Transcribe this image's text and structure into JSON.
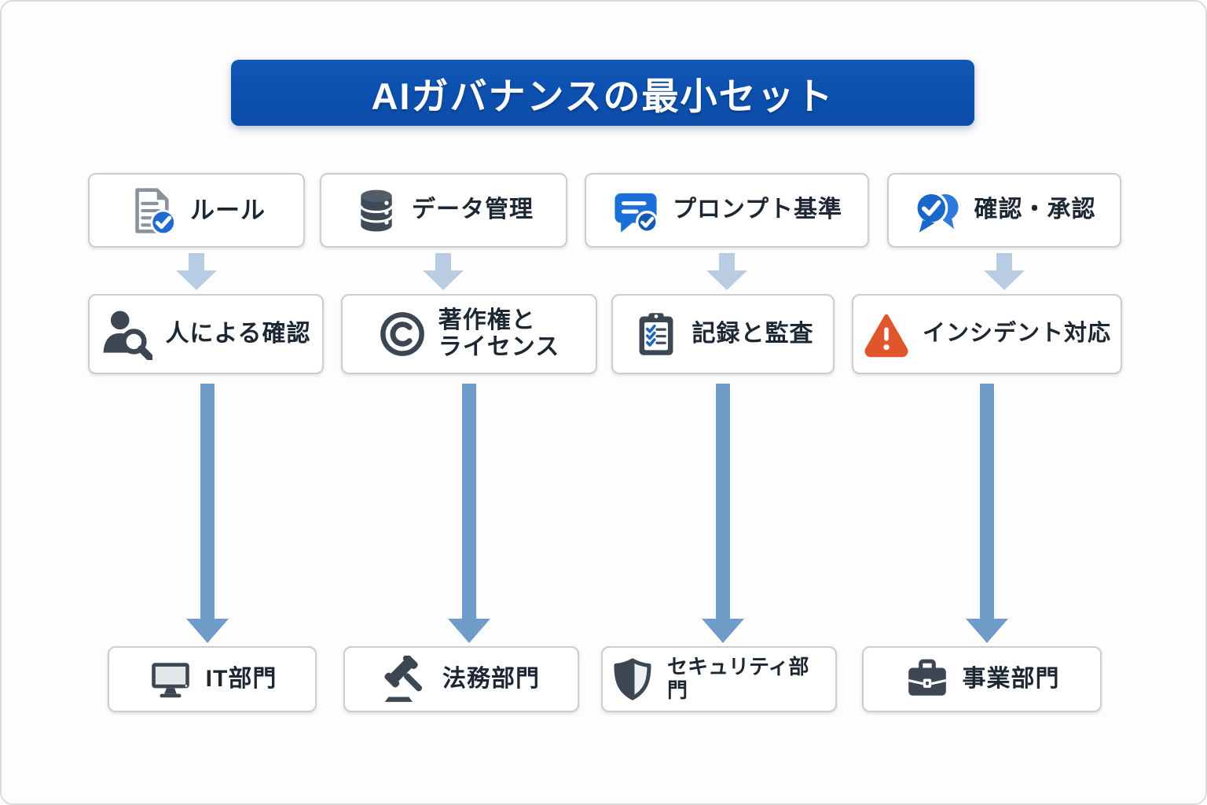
{
  "title": {
    "label": "AIガバナンスの最小セット"
  },
  "colors": {
    "banner_bg": "#0d52b2",
    "banner_text": "#ffffff",
    "card_border": "#c9ced6",
    "card_text": "#1d2733",
    "arrow_small": "#b8cce4",
    "arrow_long": "#6f9cc9",
    "icon_dark": "#3d4753",
    "icon_gray": "#8a929c",
    "icon_blue": "#1b66c9",
    "warning_orange": "#e0552b"
  },
  "cards": {
    "row1": [
      {
        "label": "ルール",
        "icon": "document-check-icon"
      },
      {
        "label": "データ管理",
        "icon": "database-icon"
      },
      {
        "label": "プロンプト基準",
        "icon": "chat-check-icon"
      },
      {
        "label": "確認・承認",
        "icon": "speech-bubbles-check-icon"
      }
    ],
    "row2": [
      {
        "label": "人による確認",
        "icon": "person-search-icon"
      },
      {
        "label": "著作権と\nライセンス",
        "icon": "copyright-icon"
      },
      {
        "label": "記録と監査",
        "icon": "clipboard-check-icon"
      },
      {
        "label": "インシデント対応",
        "icon": "warning-triangle-icon"
      }
    ],
    "row3": [
      {
        "label": "IT部門",
        "icon": "monitor-icon"
      },
      {
        "label": "法務部門",
        "icon": "gavel-icon"
      },
      {
        "label": "セキュリティ部門",
        "icon": "shield-icon"
      },
      {
        "label": "事業部門",
        "icon": "briefcase-icon"
      }
    ]
  }
}
